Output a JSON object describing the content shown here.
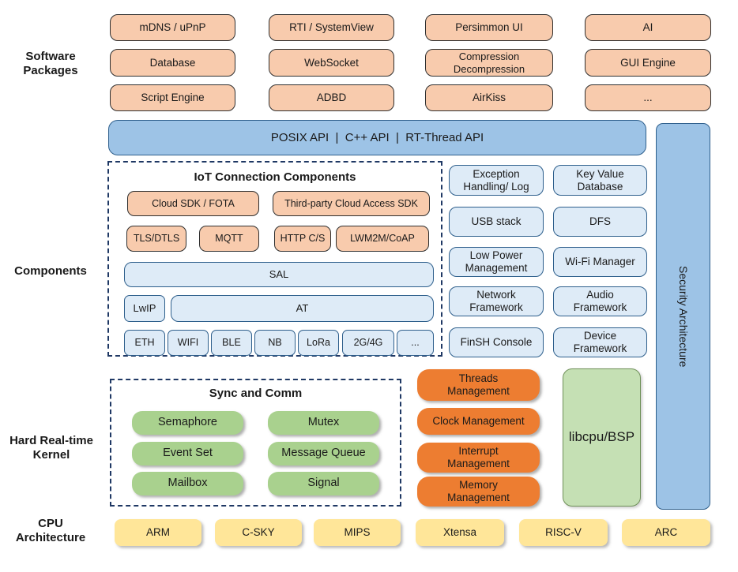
{
  "side_labels": {
    "software_packages": "Software\nPackages",
    "components": "Components",
    "kernel": "Hard Real-time\nKernel",
    "cpu": "CPU\nArchitecture"
  },
  "software_packages": {
    "grid": [
      [
        "mDNS / uPnP",
        "RTI / SystemView",
        "Persimmon UI",
        "AI"
      ],
      [
        "Database",
        "WebSocket",
        "Compression\nDecompression",
        "GUI Engine"
      ],
      [
        "Script Engine",
        "ADBD",
        "AirKiss",
        "..."
      ]
    ]
  },
  "api_bar": {
    "label": "POSIX API  |  C++ API  |  RT-Thread API"
  },
  "security_bar": {
    "label": "Security Architecture"
  },
  "iot": {
    "title": "IoT Connection Components",
    "row1": [
      "Cloud SDK / FOTA",
      "Third-party Cloud Access SDK"
    ],
    "row2": [
      "TLS/DTLS",
      "MQTT",
      "HTTP C/S",
      "LWM2M/CoAP"
    ],
    "sal": "SAL",
    "lwip": "LwIP",
    "at": "AT",
    "links": [
      "ETH",
      "WIFI",
      "BLE",
      "NB",
      "LoRa",
      "2G/4G",
      "..."
    ]
  },
  "services": {
    "grid": [
      [
        "Exception\nHandling/ Log",
        "Key Value\nDatabase"
      ],
      [
        "USB stack",
        "DFS"
      ],
      [
        "Low Power\nManagement",
        "Wi-Fi Manager"
      ],
      [
        "Network\nFramework",
        "Audio\nFramework"
      ],
      [
        "FinSH Console",
        "Device\nFramework"
      ]
    ]
  },
  "kernel": {
    "sync_title": "Sync and Comm",
    "sync": [
      [
        "Semaphore",
        "Mutex"
      ],
      [
        "Event Set",
        "Message Queue"
      ],
      [
        "Mailbox",
        "Signal"
      ]
    ],
    "management": [
      "Threads\nManagement",
      "Clock Management",
      "Interrupt\nManagement",
      "Memory\nManagement"
    ],
    "libcpu": "libcpu/BSP"
  },
  "cpu": {
    "items": [
      "ARM",
      "C-SKY",
      "MIPS",
      "Xtensa",
      "RISC-V",
      "ARC"
    ]
  },
  "colors": {
    "package_fill": "#F8CBAD",
    "api_bar_fill": "#9DC3E6",
    "component_fill": "#DEEBF7",
    "component_border": "#2E5F8C",
    "kernel_green": "#A9D18E",
    "kernel_orange": "#ED7D31",
    "libcpu_fill": "#C5E0B4",
    "cpu_yellow": "#FFE699",
    "dashed_border": "#1F3864"
  }
}
